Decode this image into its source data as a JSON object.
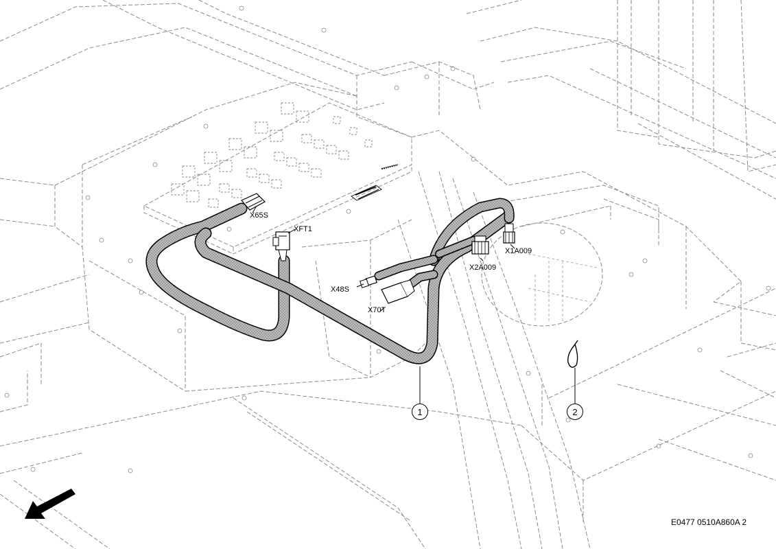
{
  "labels": {
    "x65s": "X65S",
    "xft1": "XFT1",
    "x48s": "X48S",
    "x70t": "X70T",
    "x1a009": "X1A009",
    "x2a009": "X2A009"
  },
  "callouts": {
    "harness": "1",
    "tie": "2"
  },
  "document_number": "E0477 0510A860A 2",
  "icons": {
    "direction_arrow": "arrow-down-left-icon"
  }
}
